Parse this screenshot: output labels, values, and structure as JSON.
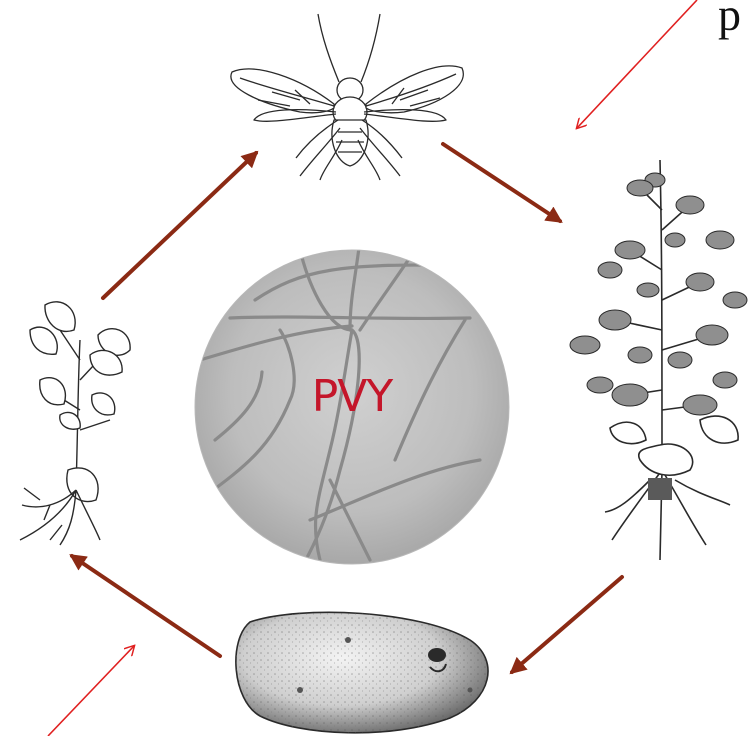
{
  "diagram": {
    "center_label": "PVY",
    "corner_glyph": "p",
    "nodes": [
      {
        "id": "aphid",
        "icon": "aphid-illustration"
      },
      {
        "id": "mature-potato-plant",
        "icon": "potato-plant-illustration"
      },
      {
        "id": "seed-tuber",
        "icon": "potato-tuber-illustration"
      },
      {
        "id": "sprouting-plant",
        "icon": "young-plant-illustration"
      },
      {
        "id": "virus-micrograph",
        "icon": "virus-particles-micrograph"
      }
    ],
    "cycle_edges": [
      {
        "from": "aphid",
        "to": "mature-potato-plant"
      },
      {
        "from": "mature-potato-plant",
        "to": "seed-tuber"
      },
      {
        "from": "seed-tuber",
        "to": "sprouting-plant"
      },
      {
        "from": "sprouting-plant",
        "to": "aphid"
      }
    ],
    "colors": {
      "cycle_arrow": "#8b2a14",
      "pointer_arrow": "#e02020",
      "label": "#c4162a",
      "ink": "#2a2a2a"
    }
  }
}
